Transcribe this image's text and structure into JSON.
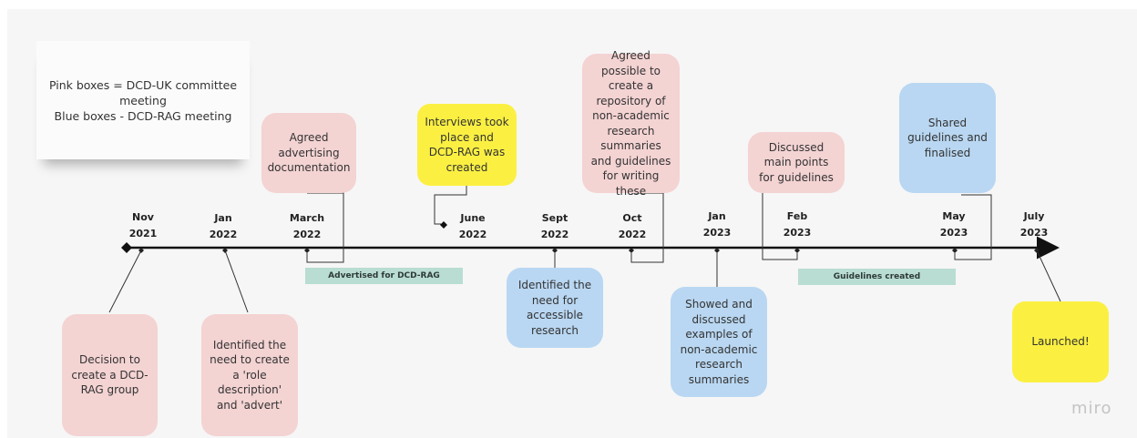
{
  "legend": {
    "line1": "Pink boxes = DCD-UK committee meeting",
    "line2": "Blue boxes - DCD-RAG meeting"
  },
  "dates": [
    {
      "month": "Nov",
      "year": "2021"
    },
    {
      "month": "Jan",
      "year": "2022"
    },
    {
      "month": "March",
      "year": "2022"
    },
    {
      "month": "June",
      "year": "2022"
    },
    {
      "month": "Sept",
      "year": "2022"
    },
    {
      "month": "Oct",
      "year": "2022"
    },
    {
      "month": "Jan",
      "year": "2023"
    },
    {
      "month": "Feb",
      "year": "2023"
    },
    {
      "month": "May",
      "year": "2023"
    },
    {
      "month": "July",
      "year": "2023"
    }
  ],
  "events": {
    "decision": "Decision to create a DCD-RAG group",
    "identified_role": "Identified the need to create a 'role description' and 'advert'",
    "agreed_advertising": "Agreed advertising documentation",
    "interviews": "Interviews took place and DCD-RAG was created",
    "identified_accessible": "Identified the need for accessible research",
    "agreed_repository": "Agreed possible to create a repository of non-academic research summaries and guidelines for writing these",
    "showed_examples": "Showed and discussed examples of non-academic research summaries",
    "discussed_points": "Discussed main points for guidelines",
    "shared_guidelines": "Shared guidelines and finalised",
    "launched": "Launched!"
  },
  "bars": {
    "advertised": "Advertised for DCD-RAG",
    "guidelines": "Guidelines created"
  },
  "colors": {
    "pink": "#f4d3d3",
    "blue": "#b9d7f2",
    "yellow": "#fbf042",
    "bar": "#b9ddd3"
  },
  "watermark": "miro"
}
